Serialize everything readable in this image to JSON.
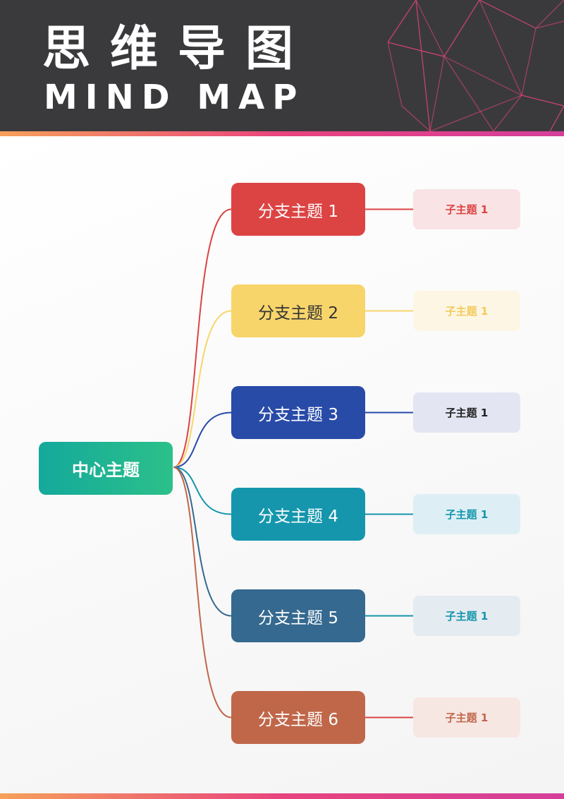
{
  "header": {
    "title_cn": "思维导图",
    "title_en": "MIND MAP",
    "background": "#3a3a3c",
    "deco_color": "#e0447a",
    "stripe_gradient": [
      "#f6a05a",
      "#e8447e",
      "#d43f9b"
    ]
  },
  "center": {
    "label": "中心主题",
    "gradient": [
      "#14a99b",
      "#2cc08a"
    ]
  },
  "branches": [
    {
      "label": "分支主题 1",
      "color": "#dc4444",
      "text_color": "#ffffff",
      "sub": {
        "label": "子主题 1",
        "bg": "#f9e3e4",
        "text_color": "#dc4444",
        "line": "#dc4444"
      }
    },
    {
      "label": "分支主题 2",
      "color": "#f8d56b",
      "text_color": "#333333",
      "sub": {
        "label": "子主题 1",
        "bg": "#fdf6e4",
        "text_color": "#f4ca5c",
        "line": "#f8d56b"
      }
    },
    {
      "label": "分支主题 3",
      "color": "#284ba8",
      "text_color": "#ffffff",
      "sub": {
        "label": "子主题 1",
        "bg": "#e3e6f2",
        "text_color": "#222222",
        "line": "#284ba8"
      }
    },
    {
      "label": "分支主题 4",
      "color": "#1596ad",
      "text_color": "#ffffff",
      "sub": {
        "label": "子主题 1",
        "bg": "#ddeff5",
        "text_color": "#1596ad",
        "line": "#1596ad"
      }
    },
    {
      "label": "分支主题 5",
      "color": "#35698f",
      "text_color": "#ffffff",
      "sub": {
        "label": "子主题 1",
        "bg": "#e4ebf1",
        "text_color": "#1596ad",
        "line": "#1596ad"
      }
    },
    {
      "label": "分支主题 6",
      "color": "#c0674a",
      "text_color": "#ffffff",
      "sub": {
        "label": "子主题 1",
        "bg": "#f7e7e3",
        "text_color": "#c0674a",
        "line": "#dc4444"
      }
    }
  ]
}
